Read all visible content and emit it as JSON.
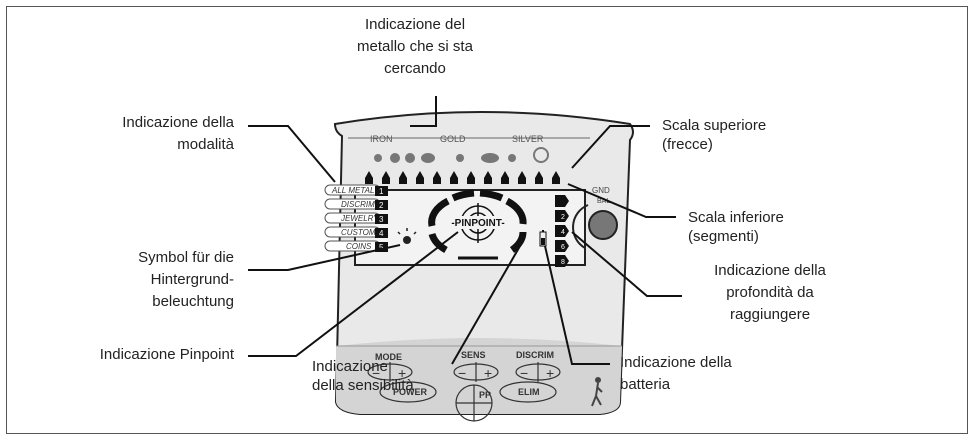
{
  "labels": {
    "metal_indication": [
      "Indicazione del",
      "metallo che si sta",
      "cercando"
    ],
    "mode_indication": [
      "Indicazione della",
      "modalità"
    ],
    "upper_scale": [
      "Scala superiore",
      "(frecce)"
    ],
    "lower_scale": [
      "Scala inferiore",
      "(segmenti)"
    ],
    "backlight_symbol": [
      "Symbol für die",
      "Hintergrund-",
      "beleuchtung"
    ],
    "depth_indication": [
      "Indicazione della",
      "profondità da",
      "raggiungere"
    ],
    "pinpoint_indication": [
      "Indicazione Pinpoint"
    ],
    "sensitivity_indication": [
      "Indicazione",
      "della sensibilità"
    ],
    "battery_indication": [
      "Indicazione della",
      "batteria"
    ]
  },
  "device": {
    "metal_scale": [
      "IRON",
      "GOLD",
      "SILVER"
    ],
    "modes": [
      "ALL METAL",
      "DISCRIM",
      "JEWELRY",
      "CUSTOM",
      "COINS"
    ],
    "mode_numbers": [
      "1",
      "2",
      "3",
      "4",
      "5"
    ],
    "pinpoint_text": "-PINPOINT-",
    "gnd_text": "GND",
    "bal_text": "BAL",
    "buttons": {
      "mode": "MODE",
      "sens": "SENS",
      "discrim": "DISCRIM",
      "power": "POWER",
      "pp": "PP",
      "elim": "ELIM"
    },
    "depth_numbers": [
      "2",
      "4",
      "6",
      "8"
    ]
  }
}
